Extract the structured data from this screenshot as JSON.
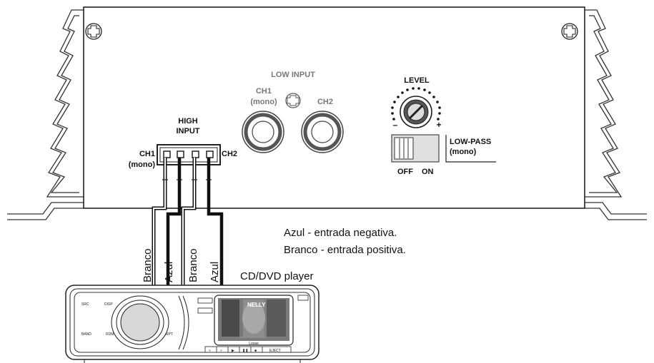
{
  "amplifier": {
    "high_input": {
      "title_line1": "HIGH",
      "title_line2": "INPUT",
      "ch1": "CH1",
      "ch1_mode": "(mono)",
      "ch2": "CH2"
    },
    "low_input": {
      "title": "LOW INPUT",
      "ch1": "CH1",
      "ch1_mode": "(mono)",
      "ch2": "CH2"
    },
    "level": {
      "title": "LEVEL",
      "minus": "–",
      "plus": "+"
    },
    "low_pass": {
      "title": "LOW-PASS",
      "mode": "(mono)",
      "off": "OFF",
      "on": "ON"
    }
  },
  "wires": [
    "Branco",
    "Azul",
    "Branco",
    "Azul"
  ],
  "legend": {
    "line1": "Azul - entrada negativa.",
    "line2": "Branco - entrada positiva."
  },
  "player": {
    "title": "CD/DVD player",
    "buttons_left": [
      "SRC",
      "DISP",
      "BAND"
    ],
    "buttons_mid": [
      "RDM",
      "RPT"
    ],
    "screen_label": "Loose",
    "album_title": "NELLY",
    "transport": [
      "«",
      "»",
      "▶",
      "❚❚",
      "■",
      "EJECT"
    ]
  }
}
